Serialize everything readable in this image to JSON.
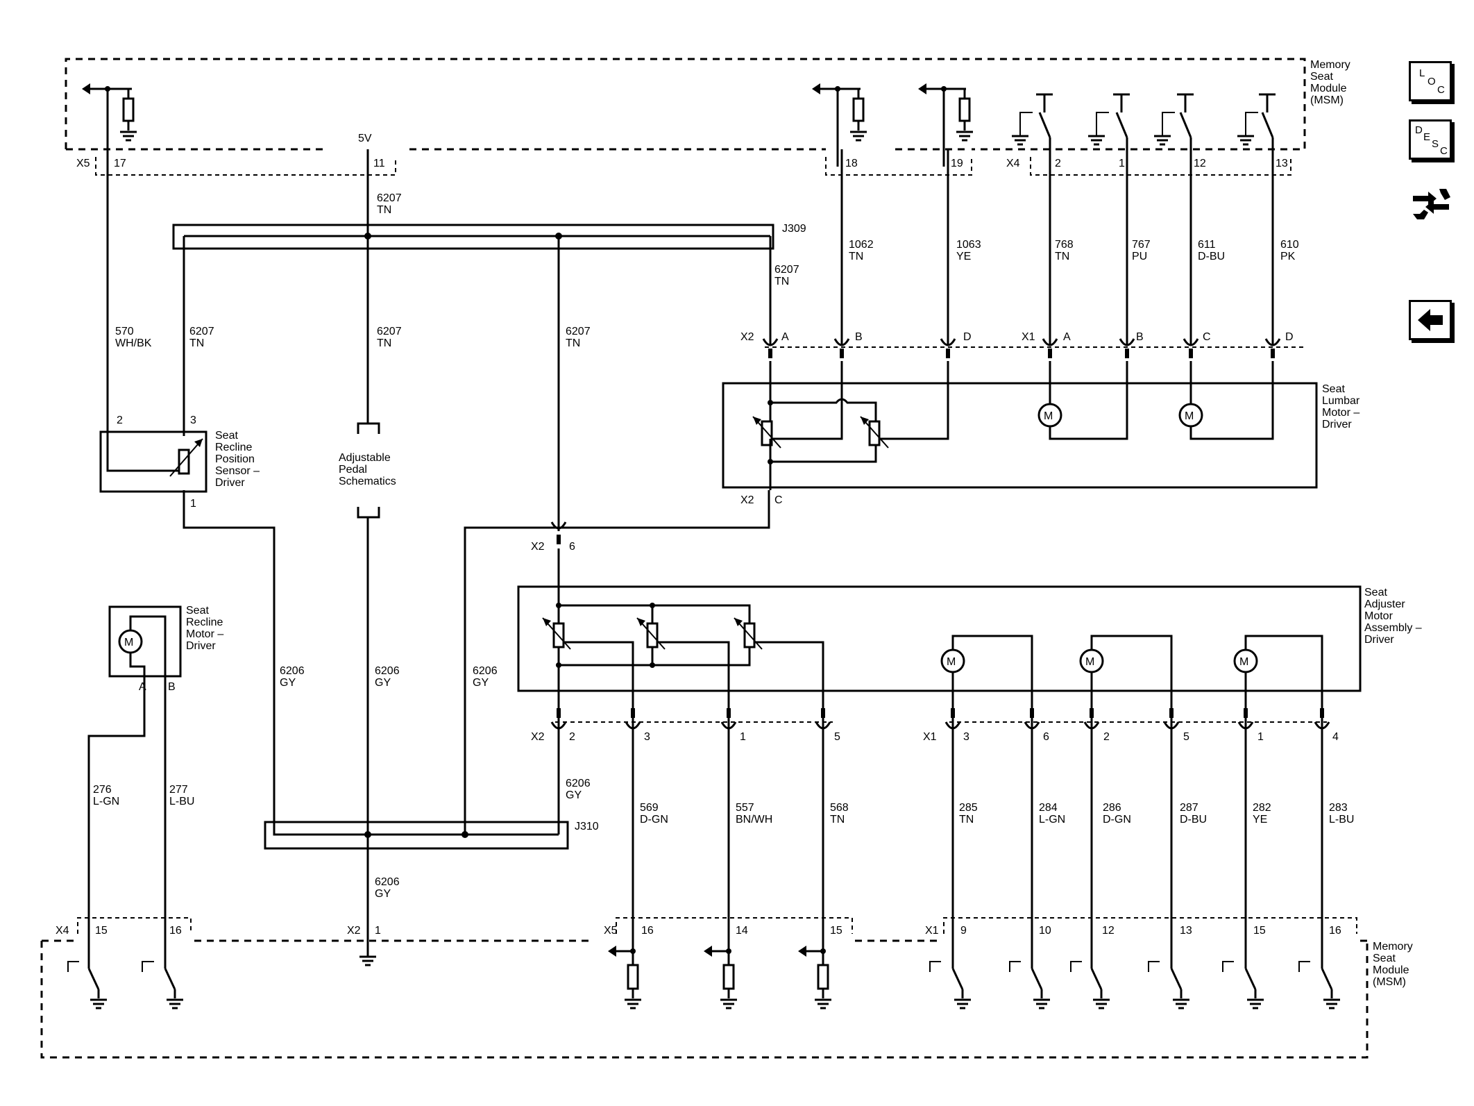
{
  "modules": {
    "top": {
      "name": "Memory\nSeat\nModule\n(MSM)"
    },
    "bottom": {
      "name": "Memory\nSeat\nModule\n(MSM)"
    }
  },
  "top_pins": {
    "x5_label": "X5",
    "x5_17": "17",
    "v5": "5V",
    "x5_11": "11",
    "x5_18": "18",
    "x5_19": "19",
    "x4_label": "X4",
    "x4_2": "2",
    "x4_1": "1",
    "x4_12": "12",
    "x4_13": "13"
  },
  "wires": {
    "w6207a": "6207\nTN",
    "w6207b": "6207\nTN",
    "w6207c": "6207\nTN",
    "w6207d": "6207\nTN",
    "w6207e": "6207\nTN",
    "w570": "570\nWH/BK",
    "w1062": "1062\nTN",
    "w1063": "1063\nYE",
    "w768": "768\nTN",
    "w767": "767\nPU",
    "w611": "611\nD-BU",
    "w610": "610\nPK",
    "w6206a": "6206\nGY",
    "w6206b": "6206\nGY",
    "w6206c": "6206\nGY",
    "w6206d": "6206\nGY",
    "w6206e": "6206\nGY",
    "w276": "276\nL-GN",
    "w277": "277\nL-BU",
    "w569": "569\nD-GN",
    "w557": "557\nBN/WH",
    "w568": "568\nTN",
    "w285": "285\nTN",
    "w284": "284\nL-GN",
    "w286": "286\nD-GN",
    "w287": "287\nD-BU",
    "w282": "282\nYE",
    "w283": "283\nL-BU"
  },
  "splices": {
    "j309": "J309",
    "j310": "J310"
  },
  "components": {
    "recline_sensor": "Seat\nRecline\nPosition\nSensor –\nDriver",
    "pedal": "Adjustable\nPedal\nSchematics",
    "lumbar": "Seat\nLumbar\nMotor –\nDriver",
    "recline_motor": "Seat\nRecline\nMotor –\nDriver",
    "adjuster": "Seat\nAdjuster\nMotor\nAssembly –\nDriver"
  },
  "recline_sensor_pins": {
    "p2": "2",
    "p3": "3",
    "p1": "1"
  },
  "recline_motor_pins": {
    "a": "A",
    "b": "B"
  },
  "lumbar_pins": {
    "x2": "X2",
    "a": "A",
    "b": "B",
    "d": "D",
    "x1": "X1",
    "x1a": "A",
    "x1b": "B",
    "x1c": "C",
    "x1d": "D",
    "x2c_conn": "X2",
    "x2c": "C"
  },
  "adjuster_pins": {
    "x2_6_conn": "X2",
    "x2_6": "6",
    "x2": "X2",
    "p2": "2",
    "p3": "3",
    "p1": "1",
    "p5": "5",
    "x1": "X1",
    "q3": "3",
    "q6": "6",
    "q2": "2",
    "q5": "5",
    "q1": "1",
    "q4": "4"
  },
  "bottom_pins": {
    "x4_label": "X4",
    "x4_15": "15",
    "x4_16": "16",
    "x2_label": "X2",
    "x2_1": "1",
    "x5_label": "X5",
    "x5_16": "16",
    "x5_14": "14",
    "x5_15": "15",
    "x1_label": "X1",
    "x1_9": "9",
    "x1_10": "10",
    "x1_12": "12",
    "x1_13": "13",
    "x1_15": "15",
    "x1_16": "16"
  },
  "motor_symbol": "M",
  "side_buttons": {
    "loc": {
      "l": "L",
      "o": "O",
      "c": "C"
    },
    "desc": {
      "d": "D",
      "e": "E",
      "s": "S",
      "c": "C"
    },
    "connector_icon": "connector-icon",
    "back_icon": "arrow-left-icon"
  }
}
